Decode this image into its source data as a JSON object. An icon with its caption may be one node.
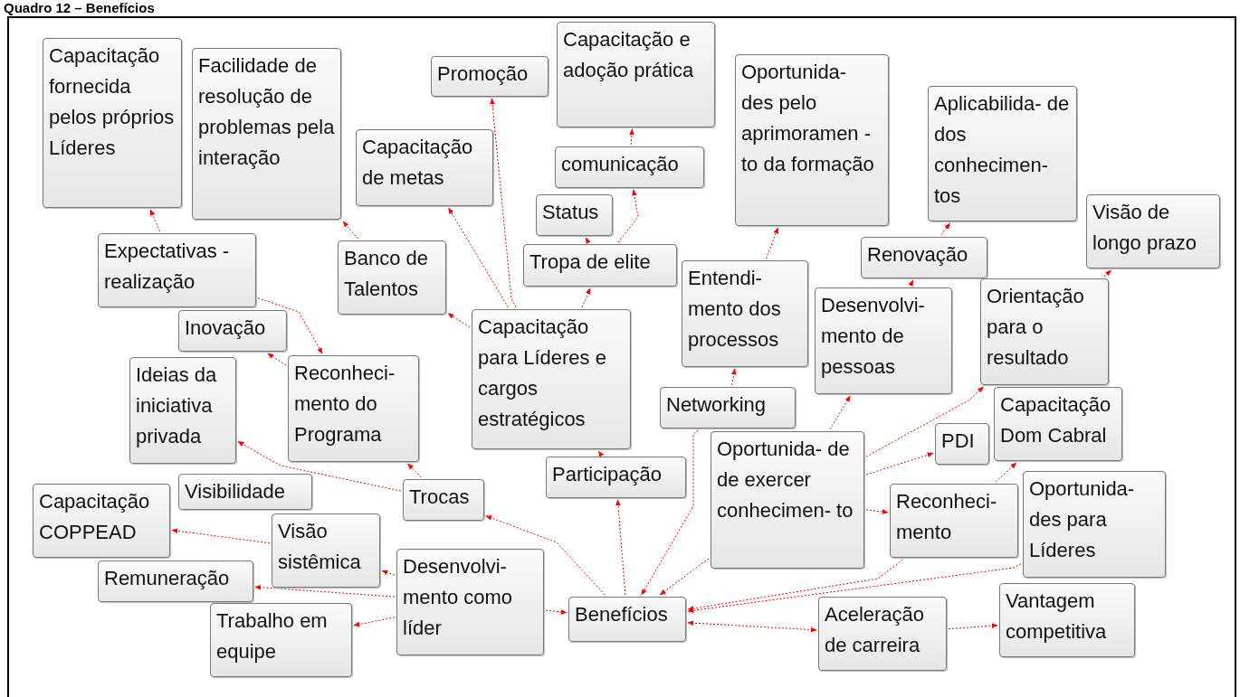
{
  "diagram": {
    "title": "Quadro 12 – Benefícios",
    "nodes": [
      {
        "text": [
          "Capacitação fornecida pelos próprios Líderes"
        ]
      },
      {
        "text": [
          "Facilidade de resolução de problemas pela interação"
        ]
      },
      {
        "text": [
          "Promoção"
        ]
      },
      {
        "text": [
          "Capacitação e adoção prática"
        ]
      },
      {
        "text": [
          "Oportunida- des pelo aprimoramen -to da formação"
        ]
      },
      {
        "text": [
          "Aplicabilida- de dos conhecimen- tos"
        ]
      },
      {
        "text": [
          "Capacitação de metas"
        ]
      },
      {
        "text": [
          "comunicação"
        ]
      },
      {
        "text": [
          "Status"
        ]
      },
      {
        "text": [
          "Visão de longo prazo"
        ]
      },
      {
        "text": [
          "Expectativas - realização"
        ]
      },
      {
        "text": [
          "Banco de Talentos"
        ]
      },
      {
        "text": [
          "Tropa de elite"
        ]
      },
      {
        "text": [
          "Renovação"
        ]
      },
      {
        "text": [
          "Entendi- mento dos processos"
        ]
      },
      {
        "text": [
          "Desenvolvi- mento de pessoas"
        ]
      },
      {
        "text": [
          "Orientação para o resultado"
        ]
      },
      {
        "text": [
          "Inovação"
        ]
      },
      {
        "text": [
          "Capacitação para Líderes e cargos estratégicos"
        ]
      },
      {
        "text": [
          "Reconheci- mento do Programa"
        ]
      },
      {
        "text": [
          "Ideias da iniciativa privada"
        ]
      },
      {
        "text": [
          "Networking"
        ]
      },
      {
        "text": [
          "PDI"
        ]
      },
      {
        "text": [
          "Capacitação Dom Cabral"
        ]
      },
      {
        "text": [
          "Oportunida- de de exercer conhecimen- to"
        ]
      },
      {
        "text": [
          "Participação"
        ]
      },
      {
        "text": [
          "Visibilidade"
        ]
      },
      {
        "text": [
          "Trocas"
        ]
      },
      {
        "text": [
          "Capacitação COPPEAD"
        ]
      },
      {
        "text": [
          "Reconheci- mento"
        ]
      },
      {
        "text": [
          "Oportunida- des para Líderes"
        ]
      },
      {
        "text": [
          "Visão sistêmica"
        ]
      },
      {
        "text": [
          "Desenvolvi- mento como líder"
        ]
      },
      {
        "text": [
          "Remuneração"
        ]
      },
      {
        "text": [
          "Benefícios"
        ]
      },
      {
        "text": [
          "Aceleração de carreira"
        ]
      },
      {
        "text": [
          "Trabalho em equipe"
        ]
      },
      {
        "text": [
          "Vantagem competitiva"
        ]
      }
    ],
    "edges": [
      {
        "from": 10,
        "to": 0,
        "arrow": "to"
      },
      {
        "from": 11,
        "to": 1,
        "arrow": "to"
      },
      {
        "from": 18,
        "to": 2,
        "arrow": "to"
      },
      {
        "from": 7,
        "to": 3,
        "arrow": "to"
      },
      {
        "from": 14,
        "to": 4,
        "arrow": "to"
      },
      {
        "from": 13,
        "to": 5,
        "arrow": "to"
      },
      {
        "from": 18,
        "to": 6,
        "arrow": "to"
      },
      {
        "from": 12,
        "to": 7,
        "arrow": "to"
      },
      {
        "from": 12,
        "to": 8,
        "arrow": "to"
      },
      {
        "from": 16,
        "to": 9,
        "arrow": "to"
      },
      {
        "from": 10,
        "to": 19,
        "arrow": "to"
      },
      {
        "from": 18,
        "to": 11,
        "arrow": "to"
      },
      {
        "from": 18,
        "to": 12,
        "arrow": "to"
      },
      {
        "from": 15,
        "to": 13,
        "arrow": "to"
      },
      {
        "from": 21,
        "to": 14,
        "arrow": "to"
      },
      {
        "from": 24,
        "to": 15,
        "arrow": "to"
      },
      {
        "from": 24,
        "to": 16,
        "arrow": "to"
      },
      {
        "from": 19,
        "to": 17,
        "arrow": "to"
      },
      {
        "from": 25,
        "to": 18,
        "arrow": "to"
      },
      {
        "from": 34,
        "to": 25,
        "arrow": "to"
      },
      {
        "from": 27,
        "to": 20,
        "arrow": "to"
      },
      {
        "from": 21,
        "to": 34,
        "arrow": "to"
      },
      {
        "from": 24,
        "to": 22,
        "arrow": "to"
      },
      {
        "from": 29,
        "to": 23,
        "arrow": "to"
      },
      {
        "from": 24,
        "to": 34,
        "arrow": "to"
      },
      {
        "from": 34,
        "to": 27,
        "arrow": "to"
      },
      {
        "from": 27,
        "to": 19,
        "arrow": "to"
      },
      {
        "from": 31,
        "to": 28,
        "arrow": "to"
      },
      {
        "from": 32,
        "to": 31,
        "arrow": "to"
      },
      {
        "from": 24,
        "to": 29,
        "arrow": "to"
      },
      {
        "from": 30,
        "to": 34,
        "arrow": "to"
      },
      {
        "from": 29,
        "to": 34,
        "arrow": "to"
      },
      {
        "from": 32,
        "to": 34,
        "arrow": "to"
      },
      {
        "from": 32,
        "to": 33,
        "arrow": "to"
      },
      {
        "from": 34,
        "to": 35,
        "arrow": "both"
      },
      {
        "from": 32,
        "to": 36,
        "arrow": "to"
      },
      {
        "from": 35,
        "to": 37,
        "arrow": "to"
      }
    ]
  }
}
